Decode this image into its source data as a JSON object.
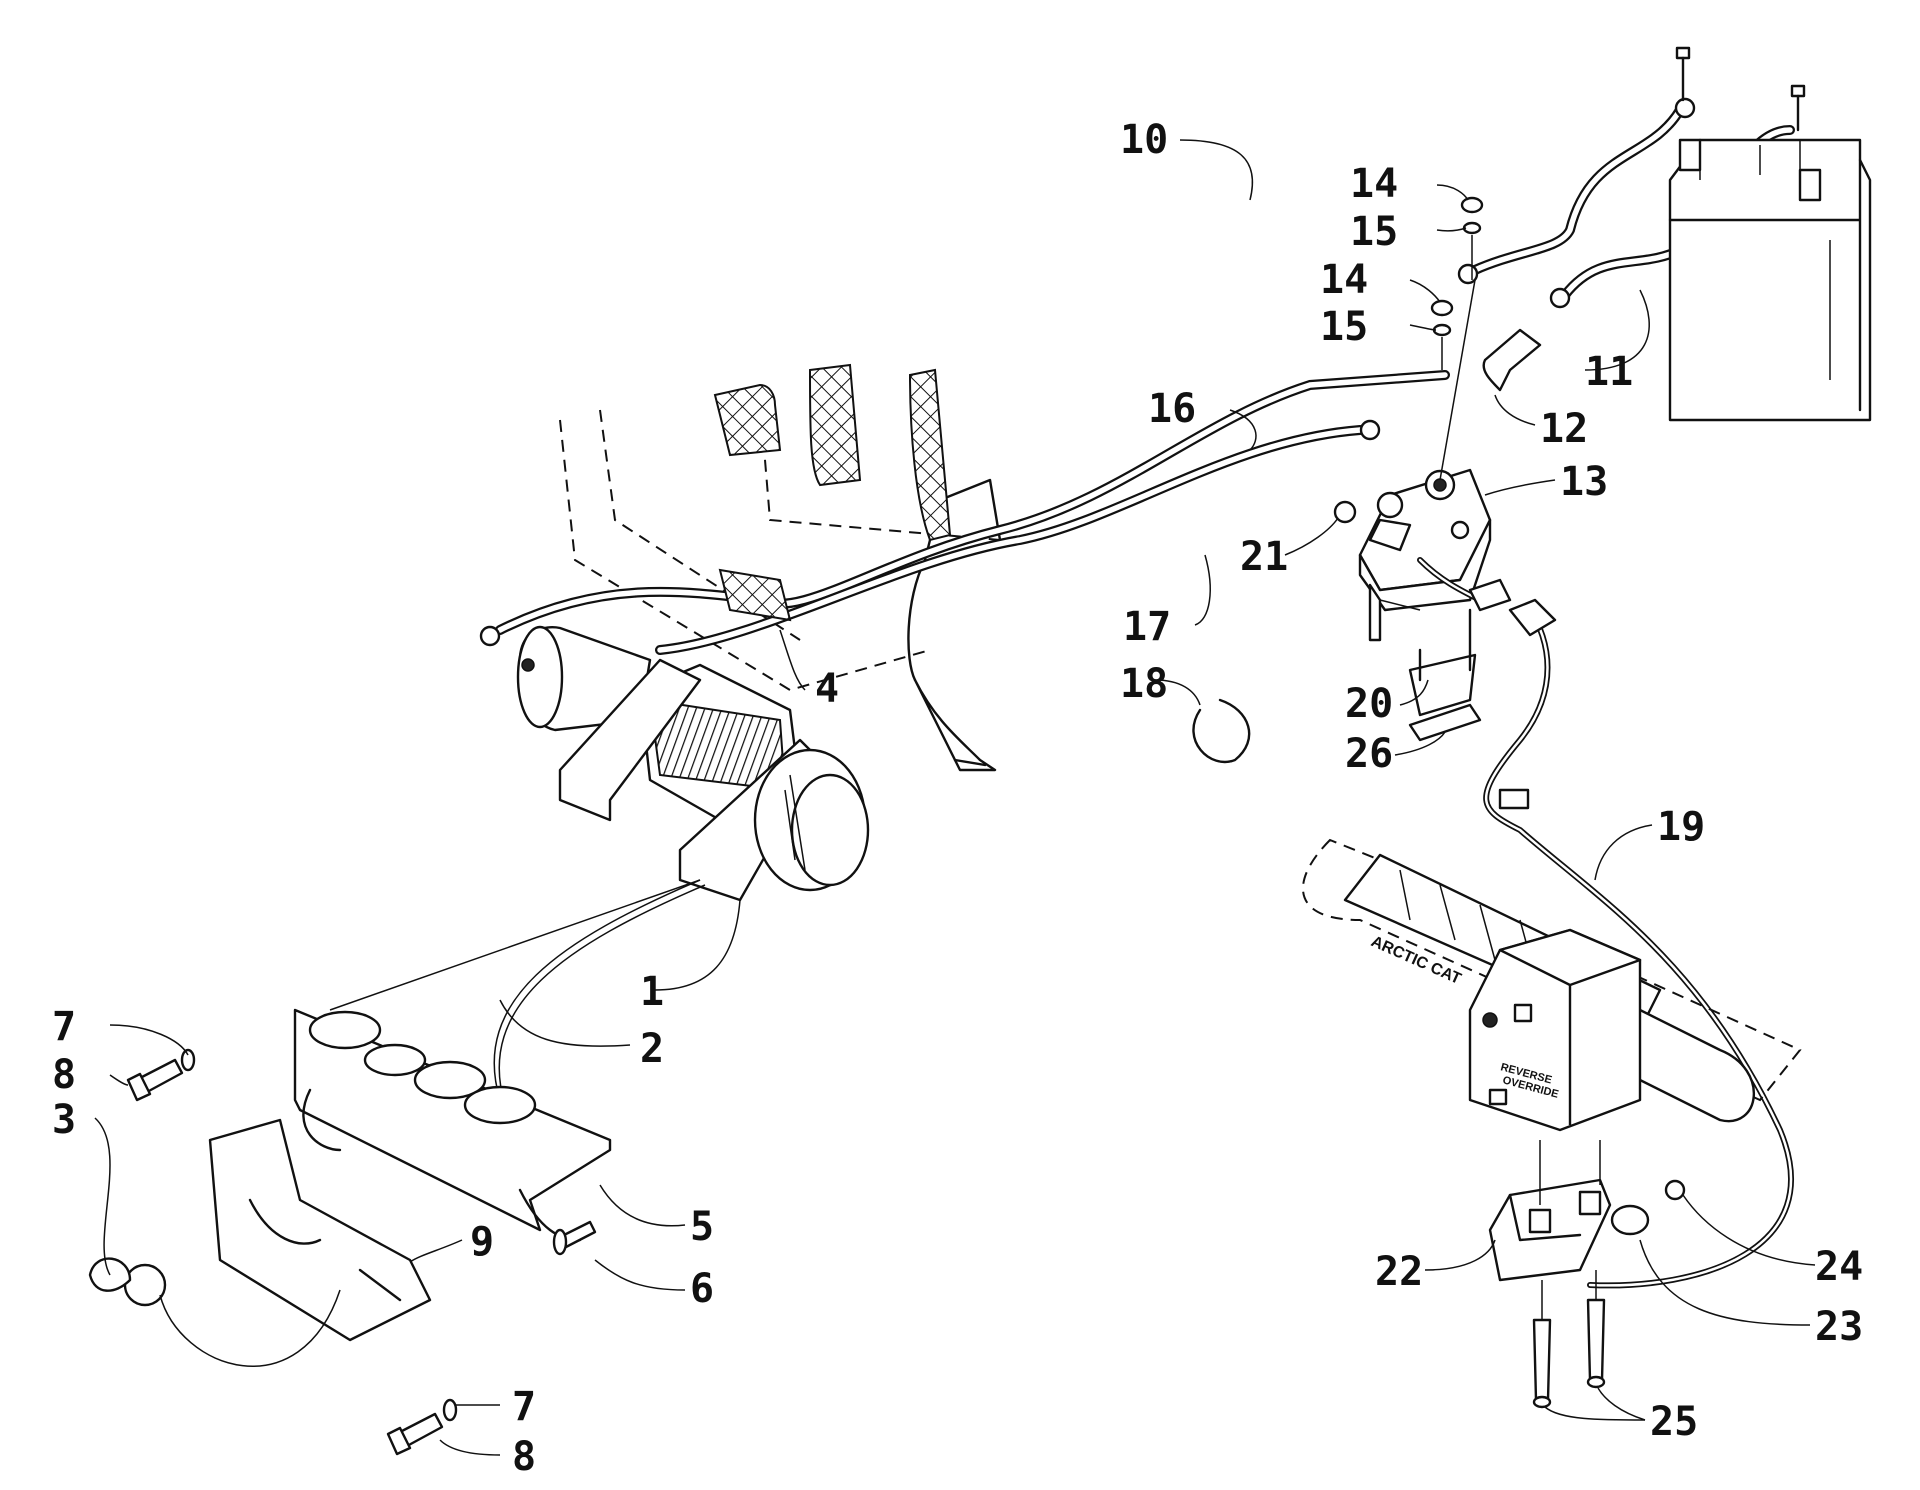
{
  "callouts": [
    {
      "id": "1",
      "text": "1"
    },
    {
      "id": "2",
      "text": "2"
    },
    {
      "id": "3",
      "text": "3"
    },
    {
      "id": "4",
      "text": "4"
    },
    {
      "id": "5",
      "text": "5"
    },
    {
      "id": "6",
      "text": "6"
    },
    {
      "id": "7a",
      "text": "7"
    },
    {
      "id": "7b",
      "text": "7"
    },
    {
      "id": "8a",
      "text": "8"
    },
    {
      "id": "8b",
      "text": "8"
    },
    {
      "id": "9",
      "text": "9"
    },
    {
      "id": "10",
      "text": "10"
    },
    {
      "id": "11",
      "text": "11"
    },
    {
      "id": "12",
      "text": "12"
    },
    {
      "id": "13",
      "text": "13"
    },
    {
      "id": "14a",
      "text": "14"
    },
    {
      "id": "14b",
      "text": "14"
    },
    {
      "id": "15a",
      "text": "15"
    },
    {
      "id": "15b",
      "text": "15"
    },
    {
      "id": "16",
      "text": "16"
    },
    {
      "id": "17",
      "text": "17"
    },
    {
      "id": "18",
      "text": "18"
    },
    {
      "id": "19",
      "text": "19"
    },
    {
      "id": "20",
      "text": "20"
    },
    {
      "id": "21",
      "text": "21"
    },
    {
      "id": "22",
      "text": "22"
    },
    {
      "id": "23",
      "text": "23"
    },
    {
      "id": "24",
      "text": "24"
    },
    {
      "id": "25",
      "text": "25"
    },
    {
      "id": "26",
      "text": "26"
    }
  ],
  "imprints": {
    "grip_brand": "ARCTIC CAT",
    "switch_upper": "REVERSE",
    "switch_lower": "OVERRIDE"
  }
}
